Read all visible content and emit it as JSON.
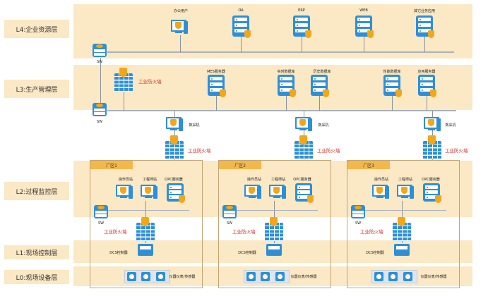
{
  "levels": {
    "l4": "L4:企业资源层",
    "l3": "L3:生产管理层",
    "l2": "L2:过程监控层",
    "l1": "L1:现场控制层",
    "l0": "L0:现场设备层"
  },
  "l4_nodes": {
    "office": "办公用户",
    "oa": "OA",
    "erp": "ERP",
    "web": "WEB",
    "other": "其它业务应用"
  },
  "l3_nodes": {
    "mes": "MES服务器",
    "realtime_db": "实时数据库",
    "history_db": "历史数据库",
    "perf_db": "性能数据库",
    "app_server": "应用服务器"
  },
  "common": {
    "sw": "SW",
    "firewall": "工业防火墙",
    "collector": "数采机",
    "operator": "操作员站",
    "engineer": "工程师站",
    "opc": "OPC服务器",
    "dcs": "DCS控制器",
    "instruments": "仪器仪表/传感器"
  },
  "factories": [
    "厂区1",
    "厂区2",
    "厂区3"
  ],
  "colors": {
    "band": "#fbe8c4",
    "device_blue": "#2f8fd6",
    "shield_orange": "#f2a71a",
    "firewall_label": "#d7281d"
  },
  "icons": [
    "server-icon",
    "firewall-icon",
    "switch-icon",
    "workstation-icon",
    "dcs-controller-icon",
    "sensor-icon"
  ]
}
